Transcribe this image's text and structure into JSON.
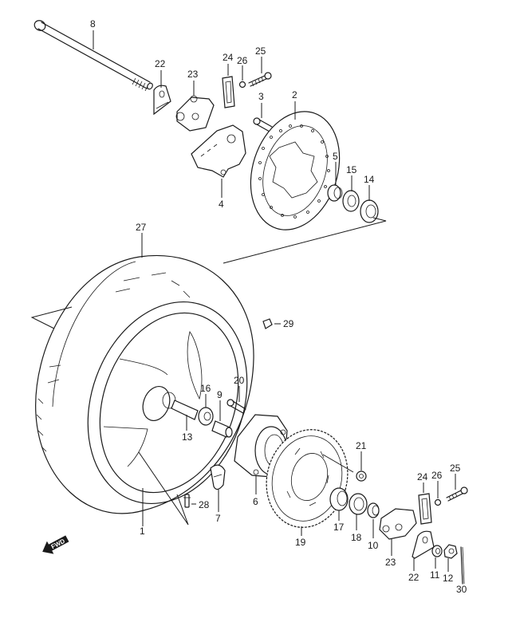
{
  "diagram": {
    "title": "Rear Wheel Exploded Parts Diagram",
    "direction_badge": "FWD",
    "callouts": {
      "axle": "8",
      "adjuster_left": "22",
      "caliper_bracket_left": "23",
      "plate_left": "24",
      "nut_left": "26",
      "bolt_left": "25",
      "disc_bolt": "3",
      "brake_disc": "2",
      "caliper_holder": "4",
      "spacer_disc": "5",
      "oil_seal_disc": "15",
      "bearing_disc": "14",
      "tire": "27",
      "balance_weight": "29",
      "hub_stud": "20",
      "bearing_hub": "16",
      "spacer_hub": "9",
      "spacer_center": "13",
      "sprocket_nut": "21",
      "sprocket_drum": "6",
      "valve": "28",
      "damper": "7",
      "wheel": "1",
      "plate_right": "24",
      "nut_right": "26",
      "bolt_right": "25",
      "bearing_drum": "17",
      "oil_seal_drum": "18",
      "spacer_drum": "10",
      "caliper_bracket_right": "23",
      "adjuster_right": "22",
      "sprocket": "19",
      "washer": "11",
      "axle_nut": "12",
      "cotter_pin": "30"
    }
  }
}
